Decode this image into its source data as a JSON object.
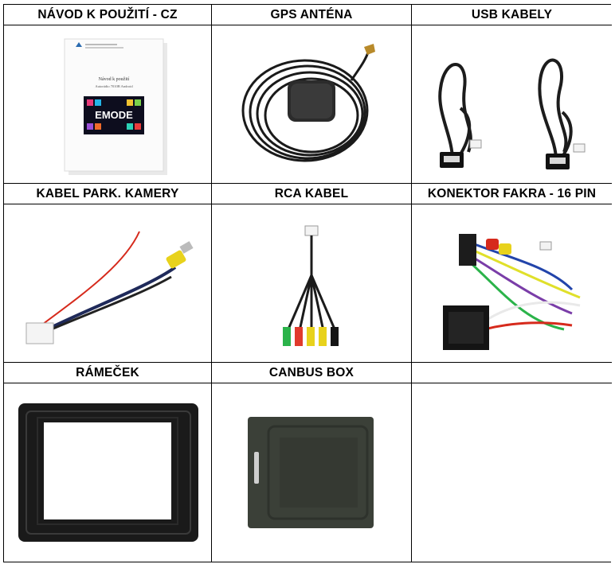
{
  "headers": {
    "manual": "NÁVOD K POUŽITÍ - CZ",
    "gps": "GPS ANTÉNA",
    "usb": "USB KABELY",
    "camera": "KABEL PARK. KAMERY",
    "rca": "RCA KABEL",
    "fakra": "KONEKTOR FAKRA - 16 PIN",
    "frame": "RÁMEČEK",
    "canbus": "CANBUS BOX",
    "empty": ""
  },
  "manual_doc": {
    "title": "Návod k použití",
    "subtitle": "Autorádio 7010B Android",
    "logo": "EMODE"
  }
}
